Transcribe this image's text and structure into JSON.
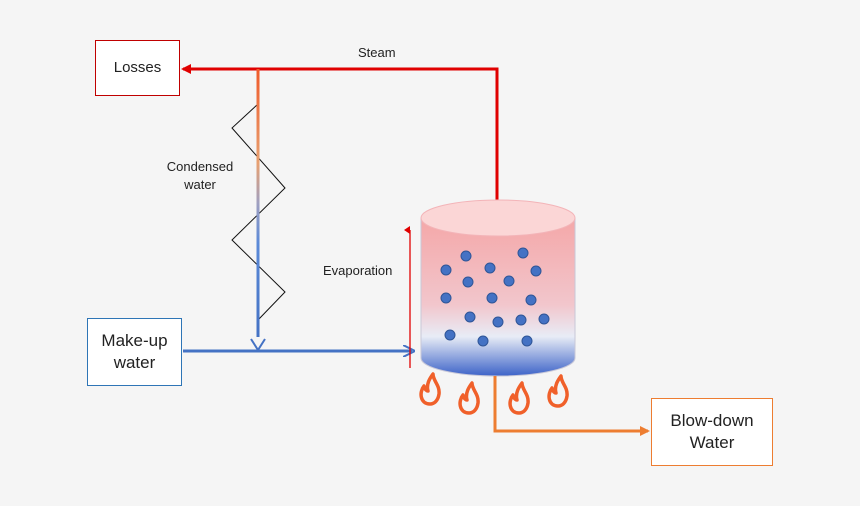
{
  "boxes": {
    "losses": "Losses",
    "makeup": "Make-up\nwater",
    "blowdown": "Blow-down\nWater"
  },
  "labels": {
    "steam": "Steam",
    "condensed": "Condensed\nwater",
    "evaporation": "Evaporation"
  },
  "colors": {
    "steam": "#e00000",
    "water": "#4472c4",
    "blowdown": "#ed7d31",
    "flame": "#f0602a",
    "bubble": "#4472c4"
  }
}
